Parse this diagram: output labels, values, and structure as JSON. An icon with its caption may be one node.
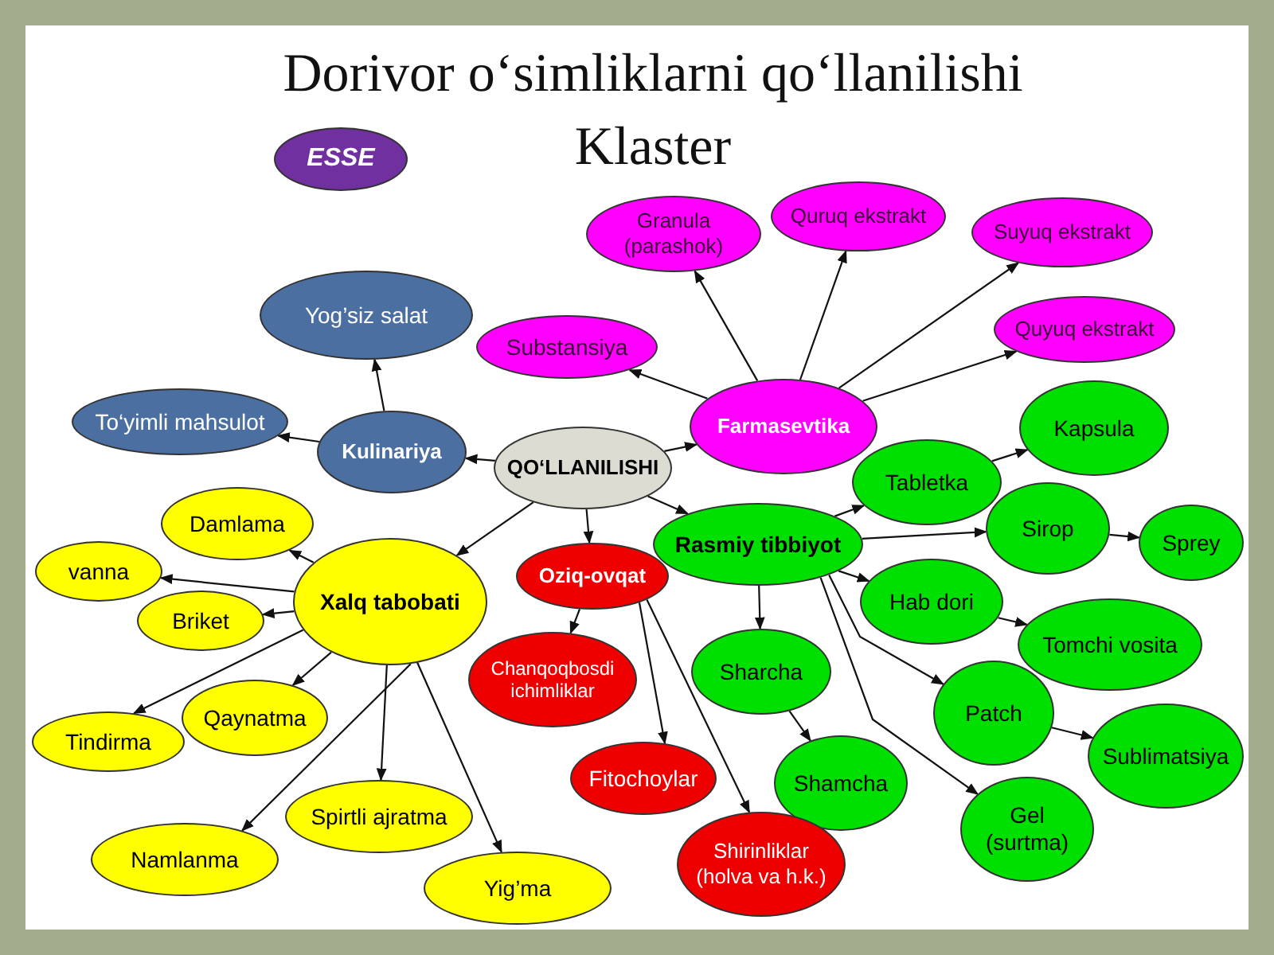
{
  "diagram": {
    "title": "Dorivor o‘simliklarni qo‘llanilishi Klaster",
    "nodes": [
      {
        "text": [
          "QO‘LLANILISHI"
        ]
      },
      {
        "text": [
          "Kulinariya"
        ]
      },
      {
        "text": [
          "Yog’siz salat"
        ]
      },
      {
        "text": [
          "To‘yimli mahsulot"
        ]
      },
      {
        "text": [
          "Farmasevtika"
        ]
      },
      {
        "text": [
          "Substansiya"
        ]
      },
      {
        "text": [
          "Granula (parashok)"
        ]
      },
      {
        "text": [
          "Quruq ekstrakt"
        ]
      },
      {
        "text": [
          "Suyuq ekstrakt"
        ]
      },
      {
        "text": [
          "Quyuq ekstrakt"
        ]
      },
      {
        "text": [
          "Rasmiy tibbiyot"
        ]
      },
      {
        "text": [
          "Tabletka"
        ]
      },
      {
        "text": [
          "Kapsula"
        ]
      },
      {
        "text": [
          "Sirop"
        ]
      },
      {
        "text": [
          "Sprey"
        ]
      },
      {
        "text": [
          "Hab dori"
        ]
      },
      {
        "text": [
          "Tomchi vosita"
        ]
      },
      {
        "text": [
          "Sharcha"
        ]
      },
      {
        "text": [
          "Shamcha"
        ]
      },
      {
        "text": [
          "Patch"
        ]
      },
      {
        "text": [
          "Sublimatsiya"
        ]
      },
      {
        "text": [
          "Gel (surtma)"
        ]
      },
      {
        "text": [
          "Xalq tabobati"
        ]
      },
      {
        "text": [
          "Damlama"
        ]
      },
      {
        "text": [
          "vanna"
        ]
      },
      {
        "text": [
          "Briket"
        ]
      },
      {
        "text": [
          "Tindirma"
        ]
      },
      {
        "text": [
          "Qaynatma"
        ]
      },
      {
        "text": [
          "Spirtli ajratma"
        ]
      },
      {
        "text": [
          "Namlanma"
        ]
      },
      {
        "text": [
          "Yig’ma"
        ]
      },
      {
        "text": [
          "Oziq-ovqat"
        ]
      },
      {
        "text": [
          "Chanqoqbosdi ichimliklar"
        ]
      },
      {
        "text": [
          "Fitochoylar"
        ]
      },
      {
        "text": [
          "Shirinliklar (holva va h.k.)"
        ]
      },
      {
        "text": [
          "ESSE"
        ]
      }
    ],
    "edges": [
      {
        "from": 0,
        "to": 1,
        "arrow": "to"
      },
      {
        "from": 0,
        "to": 4,
        "arrow": "to"
      },
      {
        "from": 0,
        "to": 10,
        "arrow": "to"
      },
      {
        "from": 0,
        "to": 22,
        "arrow": "to"
      },
      {
        "from": 0,
        "to": 31,
        "arrow": "to"
      },
      {
        "from": 1,
        "to": 2,
        "arrow": "to"
      },
      {
        "from": 1,
        "to": 3,
        "arrow": "to"
      },
      {
        "from": 4,
        "to": 5,
        "arrow": "to"
      },
      {
        "from": 4,
        "to": 6,
        "arrow": "to"
      },
      {
        "from": 4,
        "to": 7,
        "arrow": "to"
      },
      {
        "from": 4,
        "to": 8,
        "arrow": "to"
      },
      {
        "from": 4,
        "to": 9,
        "arrow": "to"
      },
      {
        "from": 10,
        "to": 11,
        "arrow": "to"
      },
      {
        "from": 11,
        "to": 12,
        "arrow": "to"
      },
      {
        "from": 10,
        "to": 13,
        "arrow": "to"
      },
      {
        "from": 13,
        "to": 14,
        "arrow": "to"
      },
      {
        "from": 10,
        "to": 15,
        "arrow": "to"
      },
      {
        "from": 15,
        "to": 16,
        "arrow": "to"
      },
      {
        "from": 10,
        "to": 17,
        "arrow": "to"
      },
      {
        "from": 17,
        "to": 18,
        "arrow": "to"
      },
      {
        "from": 10,
        "to": 19,
        "arrow": "to"
      },
      {
        "from": 19,
        "to": 20,
        "arrow": "to"
      },
      {
        "from": 10,
        "to": 21,
        "arrow": "to"
      },
      {
        "from": 22,
        "to": 23,
        "arrow": "to"
      },
      {
        "from": 22,
        "to": 24,
        "arrow": "to"
      },
      {
        "from": 22,
        "to": 25,
        "arrow": "to"
      },
      {
        "from": 22,
        "to": 26,
        "arrow": "to"
      },
      {
        "from": 22,
        "to": 27,
        "arrow": "to"
      },
      {
        "from": 22,
        "to": 28,
        "arrow": "to"
      },
      {
        "from": 22,
        "to": 29,
        "arrow": "to"
      },
      {
        "from": 22,
        "to": 30,
        "arrow": "to"
      },
      {
        "from": 31,
        "to": 32,
        "arrow": "to"
      },
      {
        "from": 31,
        "to": 33,
        "arrow": "to"
      },
      {
        "from": 31,
        "to": 34,
        "arrow": "to"
      }
    ]
  }
}
